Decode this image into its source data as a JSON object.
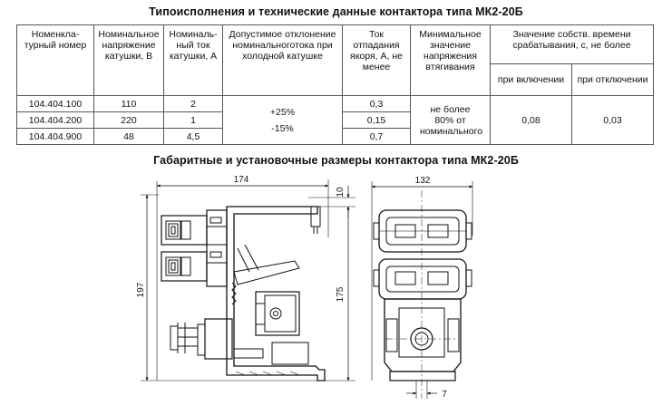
{
  "titles": {
    "table_title": "Типоисполнения и технические данные контактора типа МК2-20Б",
    "drawing_title": "Габаритные и установочные размеры контактора типа МК2-20Б"
  },
  "table": {
    "headers": {
      "nomenclature": "Номенкла-турный номер",
      "rated_voltage": "Номинальное напряжение катушки, В",
      "rated_current": "Номиналь-ный ток катушки, А",
      "deviation": "Допустимое отклонение номинальноготока при холодной катушке",
      "release_current": "Ток отпадания якоря, А, не менее",
      "min_voltage": "Минимальное значение напряжения втягивания",
      "response_time": "Значение собств. времени срабатывания, с, не более",
      "on": "при включении",
      "off": "при отключении"
    },
    "rows": [
      {
        "number": "104.404.100",
        "voltage": "110",
        "current": "2",
        "release": "0,3"
      },
      {
        "number": "104.404.200",
        "voltage": "220",
        "current": "1",
        "release": "0,15"
      },
      {
        "number": "104.404.900",
        "voltage": "48",
        "current": "4,5",
        "release": "0,7"
      }
    ],
    "deviation_plus": "+25%",
    "deviation_minus": "-15%",
    "min_voltage_value": "не более 80% от номинального",
    "time_on": "0,08",
    "time_off": "0,03"
  },
  "dimensions": {
    "width_side": "174",
    "top_offset": "10",
    "height_total": "197",
    "height_mount": "175",
    "width_front": "132",
    "bottom_small": "7"
  }
}
